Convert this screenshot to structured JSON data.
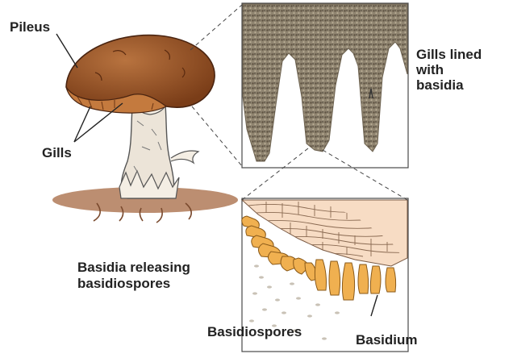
{
  "labels": {
    "pileus": "Pileus",
    "gills": "Gills",
    "gills_lined_line1": "Gills lined",
    "gills_lined_line2": "with",
    "gills_lined_line3": "basidia",
    "releasing_line1": "Basidia releasing",
    "releasing_line2": "basidiospores",
    "basidiospores": "Basidiospores",
    "basidium": "Basidium"
  },
  "colors": {
    "cap": "#9a5a2a",
    "cap_dark": "#6b3514",
    "gill_rim": "#c47a3e",
    "stem": "#ece4d8",
    "soil": "#b07a58",
    "gill_texture": "#8f8470",
    "basidia": "#f0b050",
    "cell_fill": "#f7dcc4",
    "frame": "#4a4a4a"
  }
}
